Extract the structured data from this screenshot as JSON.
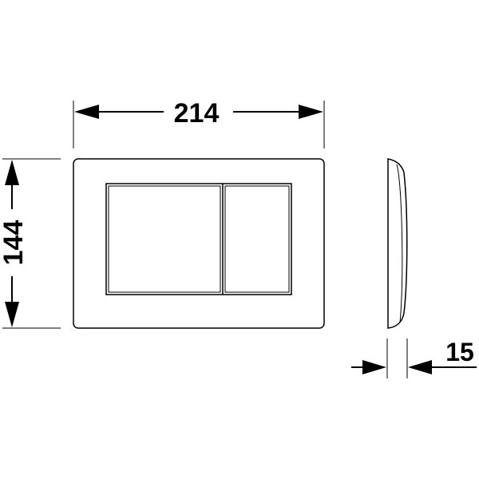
{
  "dimensions": {
    "width_label": "214",
    "height_label": "144",
    "depth_label": "15"
  },
  "colors": {
    "stroke": "#000000",
    "background": "#ffffff"
  }
}
